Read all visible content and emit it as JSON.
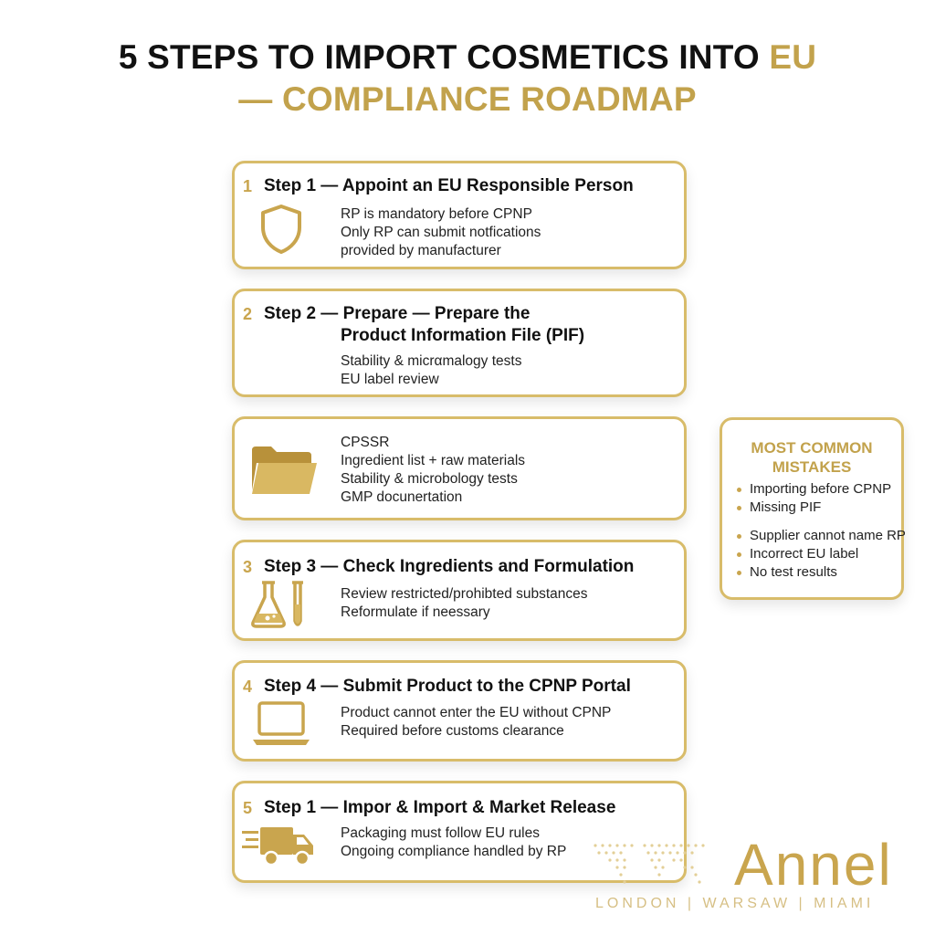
{
  "title": {
    "line1_dark": "5 STEPS TO IMPORT COSMETICS INTO ",
    "line1_gold": "EU",
    "line2": "— COMPLIANCE ROADMAP"
  },
  "cards": [
    {
      "num": "1",
      "heading": "Step 1 — Appoint an EU Responsible Person",
      "icon": "shield-icon",
      "lines": [
        "RP is mandatory before CPNP",
        "Only RP can submit notfications",
        "provided by manufacturer"
      ]
    },
    {
      "num": "2",
      "heading": "Step 2 — Prepare — Prepare the",
      "heading_line2": "Product Information File (PIF)",
      "lines": [
        "Stability & micrαmalogy tests",
        "EU label review"
      ]
    },
    {
      "num": "",
      "icon": "folder-icon",
      "lines": [
        "CPSSR",
        "Ingredient list + raw materials",
        "Stability & microbology tests",
        "GMP docunertation"
      ]
    },
    {
      "num": "3",
      "heading": "Step 3 — Check Ingredients and Formulation",
      "icon": "flask-icon",
      "lines": [
        "Review restricted/prohibted substances",
        "Reformulate if neessary"
      ]
    },
    {
      "num": "4",
      "heading": "Step 4 — Submit Product to the CPNP Portal",
      "icon": "laptop-icon",
      "lines": [
        "Product cannot enter the EU without CPNP",
        "Required before customs clearance"
      ]
    },
    {
      "num": "5",
      "heading": "Step 1 — Impor & Import & Market Release",
      "icon": "truck-icon",
      "lines": [
        "Packaging must follow EU rules",
        "Ongoing compliance handled by RP"
      ]
    }
  ],
  "mistakes": {
    "title_line1": "MOST COMMON",
    "title_line2": "MISTAKES",
    "items": [
      "Importing before CPNP",
      "Missing PIF",
      "Supplier cannot name RP",
      "Incorrect EU label",
      "No test results"
    ]
  },
  "brand": {
    "name": "Annel",
    "locations": "LONDON | WARSAW | MIAMI"
  },
  "colors": {
    "gold": "#c9a54e",
    "border": "#d8bc6a",
    "text": "#111111"
  }
}
